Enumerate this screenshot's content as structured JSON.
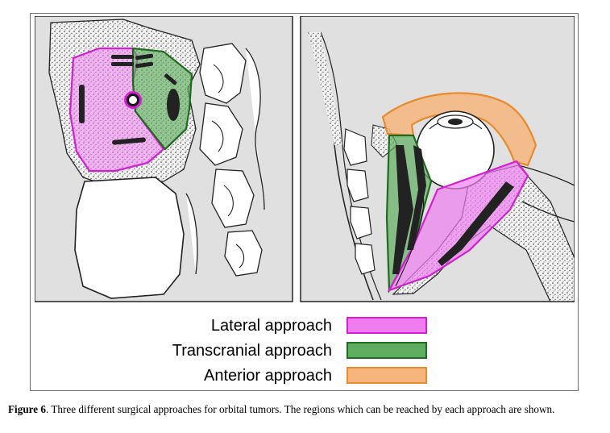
{
  "legend": {
    "items": [
      {
        "label": "Lateral approach",
        "color": "#f07df0",
        "border": "#d21fd2"
      },
      {
        "label": "Transcranial approach",
        "color": "#5fae5f",
        "border": "#1f6b1f"
      },
      {
        "label": "Anterior approach",
        "color": "#f5b57d",
        "border": "#e98a2c"
      }
    ]
  },
  "caption": {
    "figure_label": "Figure 6",
    "text": ". Three different surgical approaches for orbital tumors. The regions which can be reached by each approach are shown."
  }
}
